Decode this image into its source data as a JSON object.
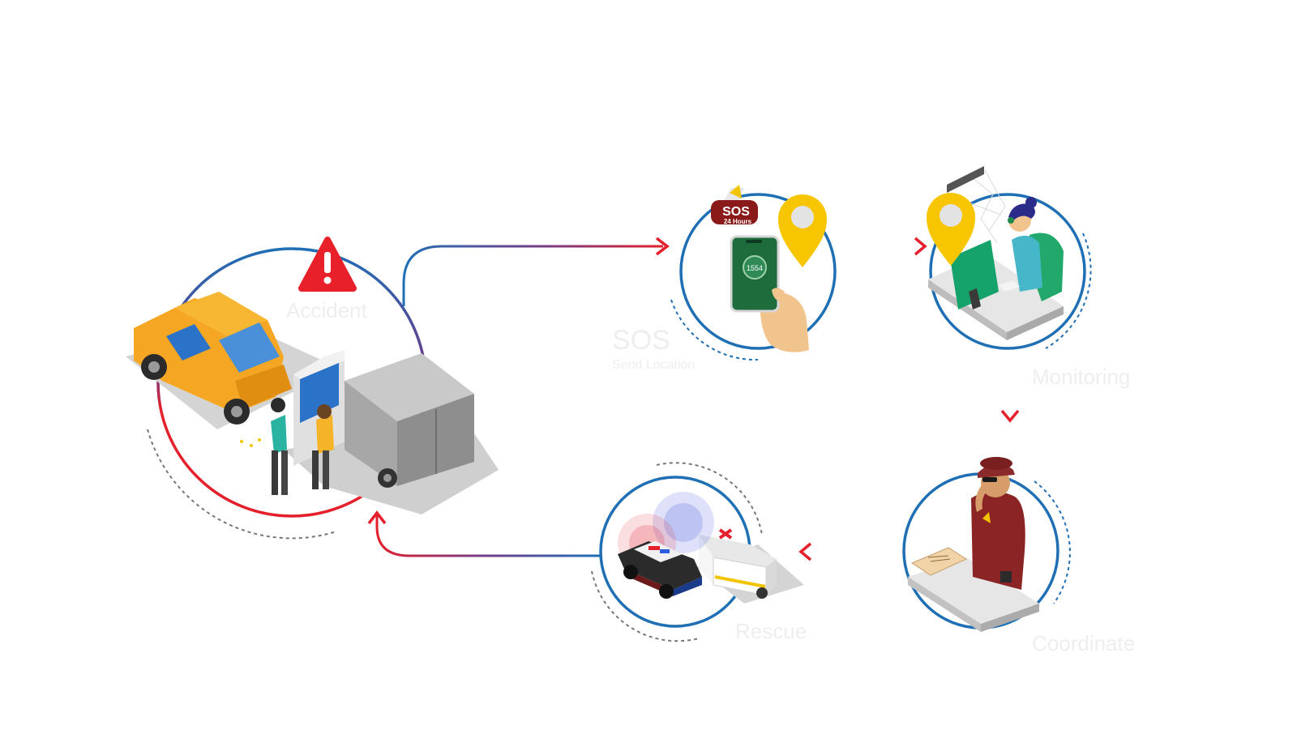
{
  "colors": {
    "blue": "#1f6fb5",
    "red": "#e3202b",
    "purple": "#6a3a8a",
    "label": "#eeeeee",
    "yellow_pin": "#f7c600",
    "warning": "#e8202a"
  },
  "steps": {
    "accident": {
      "label": "Accident",
      "icon": "warning-triangle-icon"
    },
    "sos": {
      "label": "SOS",
      "sub": "Send Location",
      "tag_title": "SOS",
      "tag_sub": "24 Hours",
      "app_text": "1554"
    },
    "monitoring": {
      "label": "Monitoring"
    },
    "coordinate": {
      "label": "Coordinate"
    },
    "rescue": {
      "label": "Rescue"
    }
  }
}
